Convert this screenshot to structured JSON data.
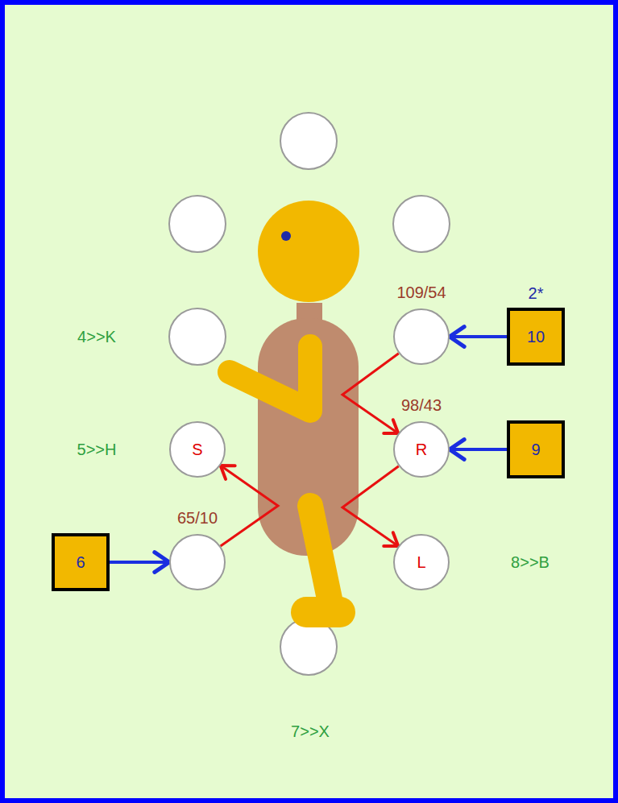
{
  "diagram": {
    "nodes": [
      {
        "text": [
          "109/54"
        ]
      },
      {
        "text": [
          "2*",
          "10"
        ]
      },
      {
        "text": [
          "S"
        ]
      },
      {
        "text": [
          "98/43",
          "R"
        ]
      },
      {
        "text": [
          "9"
        ]
      },
      {
        "text": [
          "6"
        ]
      },
      {
        "text": [
          "65/10"
        ]
      },
      {
        "text": [
          "L"
        ]
      }
    ],
    "edges": [
      {
        "from": 1,
        "to": 0,
        "arrow": "to"
      },
      {
        "from": 4,
        "to": 3,
        "arrow": "to"
      },
      {
        "from": 5,
        "to": 6,
        "arrow": "to"
      },
      {
        "from": 0,
        "to": 3,
        "arrow": "to"
      },
      {
        "from": 3,
        "to": 7,
        "arrow": "to"
      },
      {
        "from": 6,
        "to": 2,
        "arrow": "to"
      }
    ],
    "labels": [
      "4>>K",
      "5>>H",
      "8>>B",
      "7>>X"
    ]
  }
}
